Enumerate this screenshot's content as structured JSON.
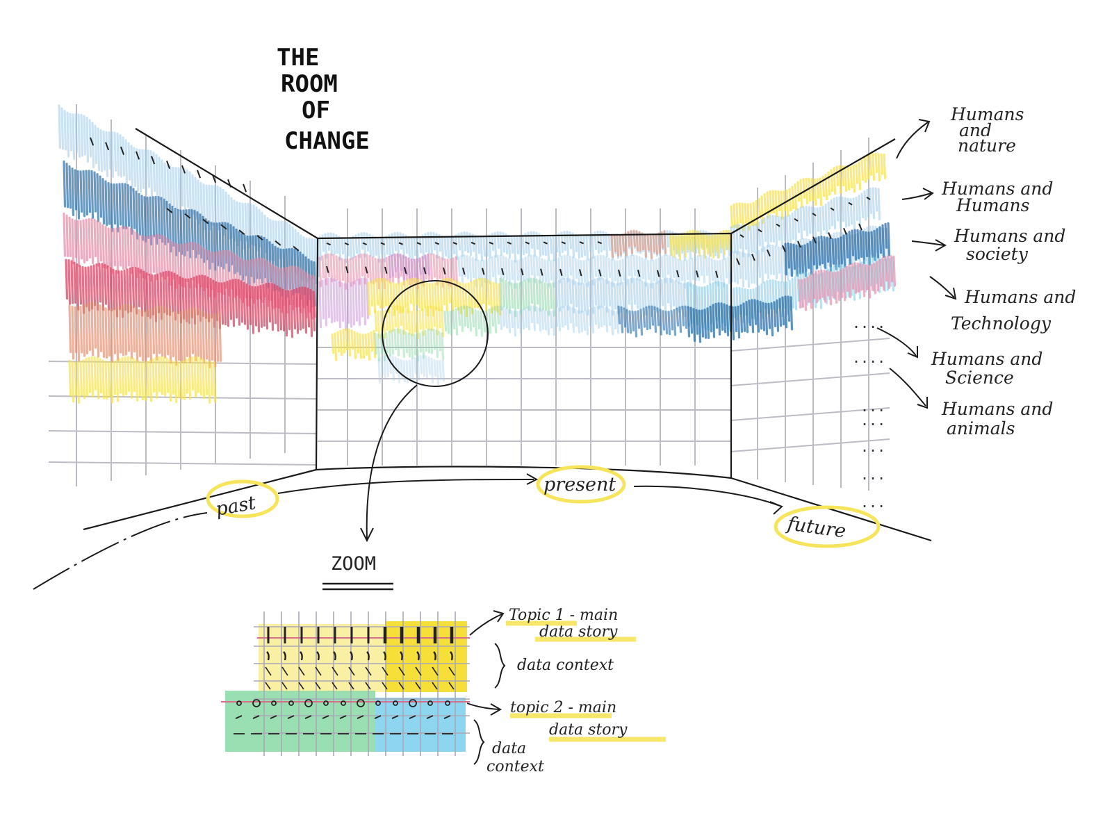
{
  "title": [
    "THE",
    "ROOM",
    "OF",
    "CHANGE"
  ],
  "themes": [
    [
      "Humans",
      "and",
      "nature"
    ],
    [
      "Humans and",
      "Humans"
    ],
    [
      "Humans and",
      "society"
    ],
    [
      "Humans and",
      "Technology"
    ],
    [
      "Humans and",
      "Science"
    ],
    [
      "Humans and",
      "animals"
    ]
  ],
  "more_marks": [
    "....",
    "....",
    "...",
    "...",
    "...",
    "...",
    "..."
  ],
  "timeline": {
    "past": "past",
    "present": "present",
    "future": "future"
  },
  "zoom": {
    "heading": "ZOOM",
    "topic1": [
      "Topic 1 - main",
      "data story"
    ],
    "context1": "data context",
    "topic2": [
      "topic 2 - main",
      "data story"
    ],
    "context2": [
      "data",
      "context"
    ]
  },
  "colors": {
    "ink": "#1a1a1a",
    "grid": "#b9b9c2",
    "highlight": "#f6e45a",
    "light_blue": "#9fcbe8",
    "dark_blue": "#2b6ea8",
    "pink": "#e58aa6",
    "red": "#d94262",
    "orange": "#e48a6a",
    "yellow": "#f7e34f",
    "green": "#8fd6a9",
    "cyan": "#7fcbe6",
    "purple": "#c78fd6"
  }
}
